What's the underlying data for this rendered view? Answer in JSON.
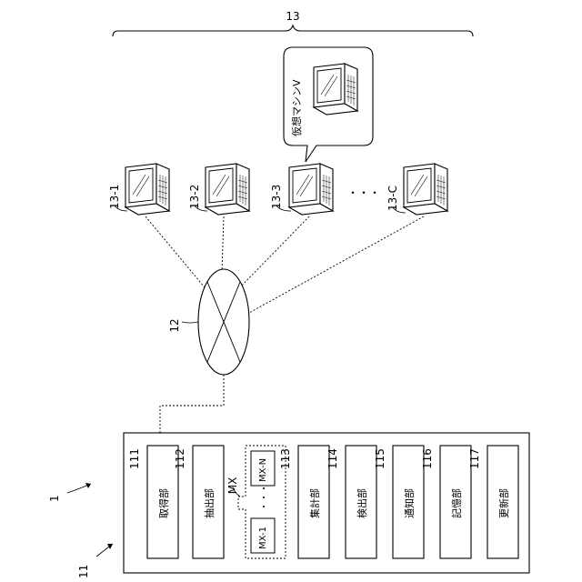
{
  "labels": {
    "system": "1",
    "server": "11",
    "network": "12",
    "group": "13",
    "machines": [
      "13-1",
      "13-2",
      "13-3",
      "13-C"
    ],
    "ellipsis": "・・・",
    "vm_callout": "仮想マシンV",
    "mx": "MX",
    "mx_first": "MX-1",
    "mx_last": "MX-N",
    "mx_ellipsis": "・・・"
  },
  "blocks": [
    {
      "ref": "111",
      "label": "取得部"
    },
    {
      "ref": "112",
      "label": "抽出部"
    },
    {
      "ref": "113",
      "label": "集計部"
    },
    {
      "ref": "114",
      "label": "検出部"
    },
    {
      "ref": "115",
      "label": "通知部"
    },
    {
      "ref": "116",
      "label": "記憶部"
    },
    {
      "ref": "117",
      "label": "更新部"
    }
  ]
}
